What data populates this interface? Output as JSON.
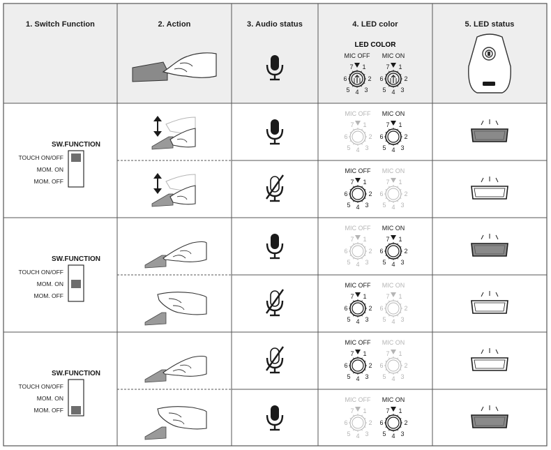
{
  "headers": [
    "1. Switch Function",
    "2. Action",
    "3. Audio status",
    "4. LED color",
    "5. LED status"
  ],
  "led_color_title": "LED COLOR",
  "mic_off_label": "MIC OFF",
  "mic_on_label": "MIC ON",
  "dial_numbers": [
    "7",
    "1",
    "6",
    "2",
    "5",
    "4",
    "3"
  ],
  "switch": {
    "title": "SW.FUNCTION",
    "options": [
      "TOUCH ON/OFF",
      "MOM. ON",
      "MOM. OFF"
    ]
  },
  "rows": [
    {
      "mode": "TOUCH ON/OFF",
      "action": "touch",
      "audio": "on",
      "dial_active": "on",
      "led": "lit"
    },
    {
      "mode": "TOUCH ON/OFF",
      "action": "touch",
      "audio": "muted",
      "dial_active": "off",
      "led": "unlit"
    },
    {
      "mode": "MOM. ON",
      "action": "press",
      "audio": "on",
      "dial_active": "on",
      "led": "lit"
    },
    {
      "mode": "MOM. ON",
      "action": "release",
      "audio": "muted",
      "dial_active": "off",
      "led": "unlit"
    },
    {
      "mode": "MOM. OFF",
      "action": "press",
      "audio": "muted",
      "dial_active": "off",
      "led": "unlit"
    },
    {
      "mode": "MOM. OFF",
      "action": "release",
      "audio": "on",
      "dial_active": "on",
      "led": "lit"
    }
  ],
  "colors": {
    "border": "#555555",
    "header_bg": "#eeeeee",
    "inactive": "#b5b5b5",
    "led_lit": "#8a8a8a",
    "ink": "#1a1a1a"
  }
}
